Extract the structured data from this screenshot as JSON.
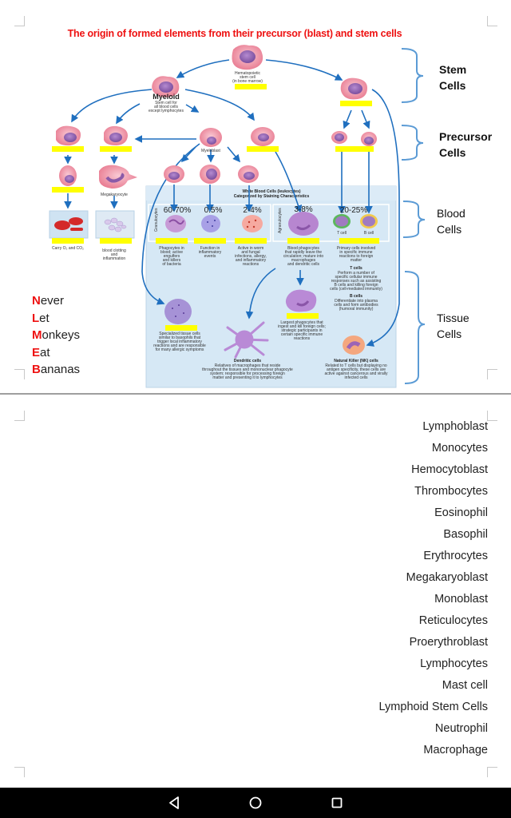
{
  "page1": {
    "title": "The origin of formed elements from their precursor (blast) and stem cells",
    "diagram": {
      "hematopoietic_label": [
        "Hematopoietic",
        "stem cell",
        "(in bone marrow)"
      ],
      "myeloid_title": "Myeloid",
      "myeloid_label": [
        "Stem cell for",
        "all blood cells",
        "except lymphocytes"
      ],
      "myeloblast_label": "Myeloblast",
      "megakaryocyte_label": "Megakaryocyte",
      "rbc_caption": "Carry O₂ and CO₂",
      "platelet_caption": [
        "blood clotting",
        "and",
        "inflammation"
      ],
      "wbc_header": [
        "White Blood Cells (leukocytes)",
        "Categorized by Staining Characteristics"
      ],
      "granulocytes_label": "Granulocytes",
      "agranulocytes_label": "Agranulocytes",
      "percentages": {
        "neutrophil": "60-70%",
        "basophil": "0.5%",
        "eosinophil": "2-4%",
        "monocyte": "3-8%",
        "lymphocyte": "20-25%"
      },
      "t_cell_label": "T cell",
      "b_cell_label": "B cell",
      "neutrophil_desc": [
        "Phagocytes in",
        "blood; active",
        "engulfers",
        "and killers",
        "of bacteria"
      ],
      "basophil_desc": [
        "Function in",
        "inflammatory",
        "events"
      ],
      "eosinophil_desc": [
        "Active in worm",
        "and fungal",
        "infections, allergy,",
        "and inflammatory",
        "reactions"
      ],
      "monocyte_desc": [
        "Blood phagocytes",
        "that rapidly leave the",
        "circulation; mature into",
        "macrophages",
        "and dendritic cells"
      ],
      "lymphocyte_desc": [
        "Primary cells involved",
        "in specific immune",
        "reactions to foreign",
        "matter"
      ],
      "t_cells_title": "T cells",
      "t_cells_desc": [
        "Perform a number of",
        "specific cellular immune",
        "responses such as assisting",
        "B cells and killing foreign",
        "cells (cell-mediated immunity)"
      ],
      "b_cells_title": "B cells",
      "b_cells_desc": [
        "Differentiate into plasma",
        "cells and form antibodies",
        "(humoral immunity)"
      ],
      "mast_desc": [
        "Specialized tissue cells",
        "similar to basophils that",
        "trigger local inflammatory",
        "reactions and are responsible",
        "for many allergic symptoms"
      ],
      "macrophage_desc": [
        "Largest phagocytes that",
        "ingest and kill foreign cells;",
        "strategic participants in",
        "certain specific immune",
        "reactions"
      ],
      "dendritic_title": "Dendritic cells",
      "dendritic_desc": [
        "Relatives of macrophages that reside",
        "throughout the tissues and mononuclear phagocyte",
        "system; responsible for processing foreign",
        "matter and presenting it to lymphocytes"
      ],
      "nk_title": "Natural Killer (NK) cells",
      "nk_desc": [
        "Related to T cells but displaying no",
        "antigen specificity, these cells are",
        "active against cancerous and virally",
        "infected cells"
      ]
    },
    "side_labels": {
      "stem": [
        "Stem",
        "Cells"
      ],
      "precursor": [
        "Precursor",
        "Cells"
      ],
      "blood": [
        "Blood",
        "Cells"
      ],
      "tissue": [
        "Tissue",
        "Cells"
      ]
    },
    "mnemonic": [
      {
        "first": "N",
        "rest": "ever"
      },
      {
        "first": "L",
        "rest": "et"
      },
      {
        "first": "M",
        "rest": "onkeys"
      },
      {
        "first": "E",
        "rest": "at"
      },
      {
        "first": "B",
        "rest": "ananas"
      }
    ],
    "colors": {
      "title_red": "#ee1111",
      "arrow_blue": "#1f6fbf",
      "bracket_blue": "#5b9bd5",
      "highlight_yellow": "#ffff00",
      "panel_blue": "#d6e8f5"
    }
  },
  "page2": {
    "word_bank": [
      "Lymphoblast",
      "Monocytes",
      "Hemocytoblast",
      "Thrombocytes",
      "Eosinophil",
      "Basophil",
      "Erythrocytes",
      "Megakaryoblast",
      "Monoblast",
      "Reticulocytes",
      "Proerythroblast",
      "Lymphocytes",
      "Mast cell",
      "Lymphoid Stem Cells",
      "Neutrophil",
      "Macrophage"
    ]
  },
  "navbar": {
    "back_icon": "back-triangle-icon",
    "home_icon": "home-circle-icon",
    "recents_icon": "recents-square-icon"
  }
}
